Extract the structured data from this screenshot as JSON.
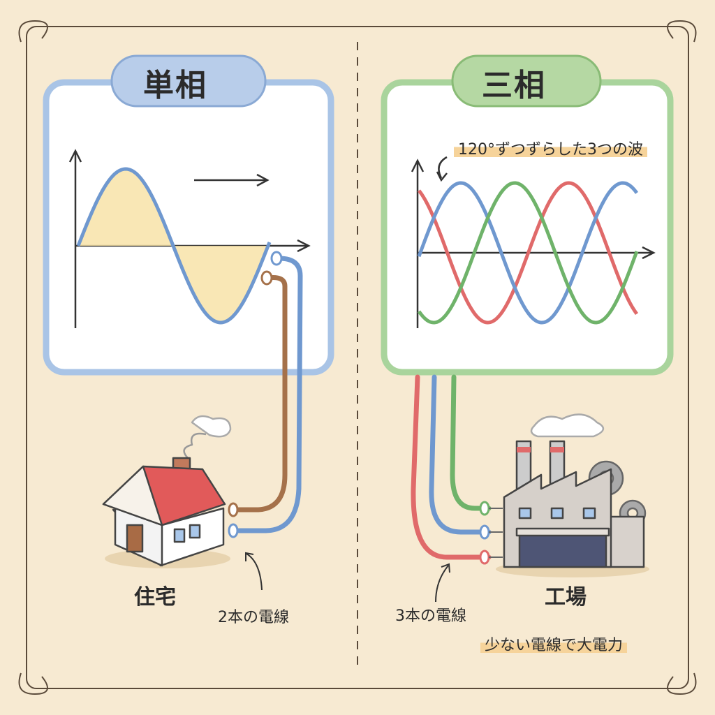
{
  "single_phase": {
    "title": "単相",
    "house_label": "住宅",
    "wire_label": "2本の電線",
    "wave_color": "#6f98cf",
    "fill_color": "#f8e3a8",
    "border_color": "#a9c4e6",
    "pill_color": "#b8cdea"
  },
  "three_phase": {
    "title": "三相",
    "wave_caption": "120°ずつずらした3つの波",
    "factory_label": "工場",
    "wire_label": "3本の電線",
    "summary": "少ない電線で大電力",
    "wave_colors": [
      "#e06a6a",
      "#6f98cf",
      "#6fb36a"
    ],
    "border_color": "#a9d49c",
    "pill_color": "#b5d8a3"
  },
  "colors": {
    "background": "#f7ead2",
    "brown_wire": "#a5714a",
    "roof": "#e15a5a"
  }
}
